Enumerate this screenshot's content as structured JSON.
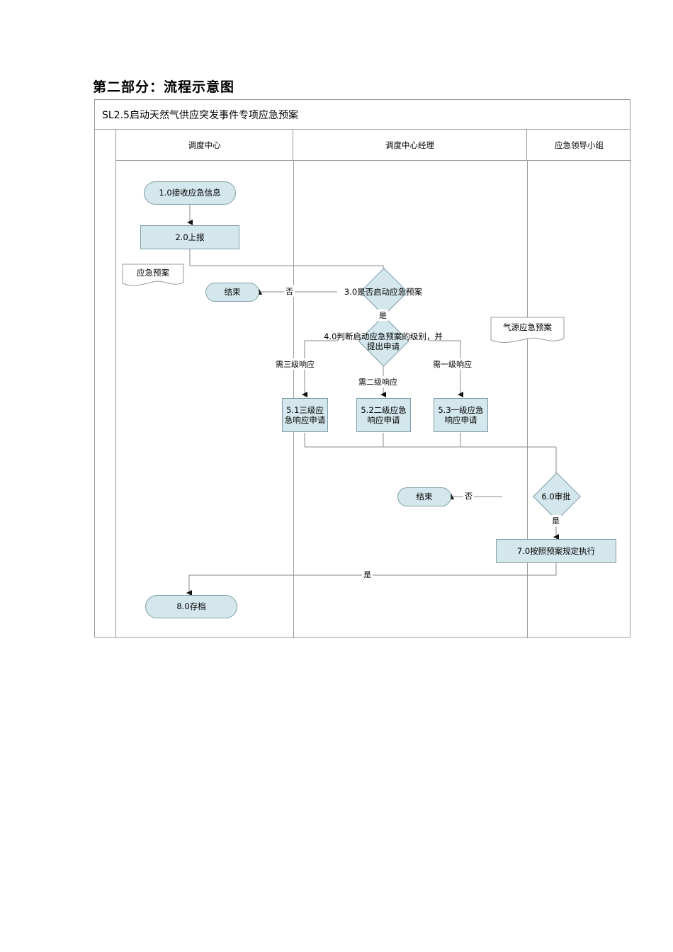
{
  "page": {
    "title": "第二部分：流程示意图"
  },
  "chart_data": {
    "type": "diagram",
    "diagram_kind": "swimlane-flowchart",
    "banner": "SL2.5启动天然气供应突发事件专项应急预案",
    "lanes": [
      {
        "id": "lane-dispatch-center",
        "label": "调度中心"
      },
      {
        "id": "lane-dispatch-manager",
        "label": "调度中心经理"
      },
      {
        "id": "lane-emergency-team",
        "label": "应急领导小组"
      }
    ],
    "nodes": [
      {
        "id": "n1",
        "label": "1.0接收应急信息",
        "shape": "terminator",
        "lane": 0
      },
      {
        "id": "n2",
        "label": "2.0上报",
        "shape": "process",
        "lane": 0
      },
      {
        "id": "d1",
        "label": "应急预案",
        "shape": "document",
        "lane": 0
      },
      {
        "id": "e1",
        "label": "结束",
        "shape": "terminator",
        "lane": 0
      },
      {
        "id": "n3",
        "label": "3.0是否启动应急预案",
        "shape": "decision",
        "lane": 1
      },
      {
        "id": "n4",
        "label": "4.0判断启动应急预案的级别，并提出申请",
        "shape": "decision",
        "lane": 1
      },
      {
        "id": "n51",
        "label": "5.1三级应急响应申请",
        "shape": "process",
        "lane": 1
      },
      {
        "id": "n52",
        "label": "5.2二级应急响应申请",
        "shape": "process",
        "lane": 1
      },
      {
        "id": "n53",
        "label": "5.3一级应急响应申请",
        "shape": "process",
        "lane": 1
      },
      {
        "id": "e2",
        "label": "结束",
        "shape": "terminator",
        "lane": 1
      },
      {
        "id": "d2",
        "label": "气源应急预案",
        "shape": "document",
        "lane": 2
      },
      {
        "id": "n6",
        "label": "6.0审批",
        "shape": "decision",
        "lane": 2
      },
      {
        "id": "n7",
        "label": "7.0按照预案规定执行",
        "shape": "process",
        "lane": 2
      },
      {
        "id": "n8",
        "label": "8.0存档",
        "shape": "terminator",
        "lane": 0
      }
    ],
    "edges": [
      {
        "from": "n1",
        "to": "n2",
        "label": ""
      },
      {
        "from": "n2",
        "to": "n3",
        "label": ""
      },
      {
        "from": "n3",
        "to": "e1",
        "label": "否"
      },
      {
        "from": "n3",
        "to": "n4",
        "label": "是"
      },
      {
        "from": "n4",
        "to": "n51",
        "label": "需三级响应"
      },
      {
        "from": "n4",
        "to": "n52",
        "label": "需二级响应"
      },
      {
        "from": "n4",
        "to": "n53",
        "label": "需一级响应"
      },
      {
        "from": "n51",
        "to": "n6",
        "label": ""
      },
      {
        "from": "n52",
        "to": "n6",
        "label": ""
      },
      {
        "from": "n53",
        "to": "n6",
        "label": ""
      },
      {
        "from": "n6",
        "to": "e2",
        "label": "否"
      },
      {
        "from": "n6",
        "to": "n7",
        "label": "是"
      },
      {
        "from": "n7",
        "to": "n8",
        "label": "是"
      }
    ],
    "edge_labels": {
      "no_1": "否",
      "yes_1": "是",
      "level3": "需三级响应",
      "level2": "需二级响应",
      "level1": "需一级响应",
      "no_2": "否",
      "yes_2": "是",
      "yes_3": "是"
    },
    "colors": {
      "node_fill": "#d4e7ec",
      "node_stroke": "#7f9fa8",
      "frame_stroke": "#9a9a9a",
      "connector": "#8a8a8a",
      "text": "#000000",
      "background": "#ffffff"
    }
  }
}
